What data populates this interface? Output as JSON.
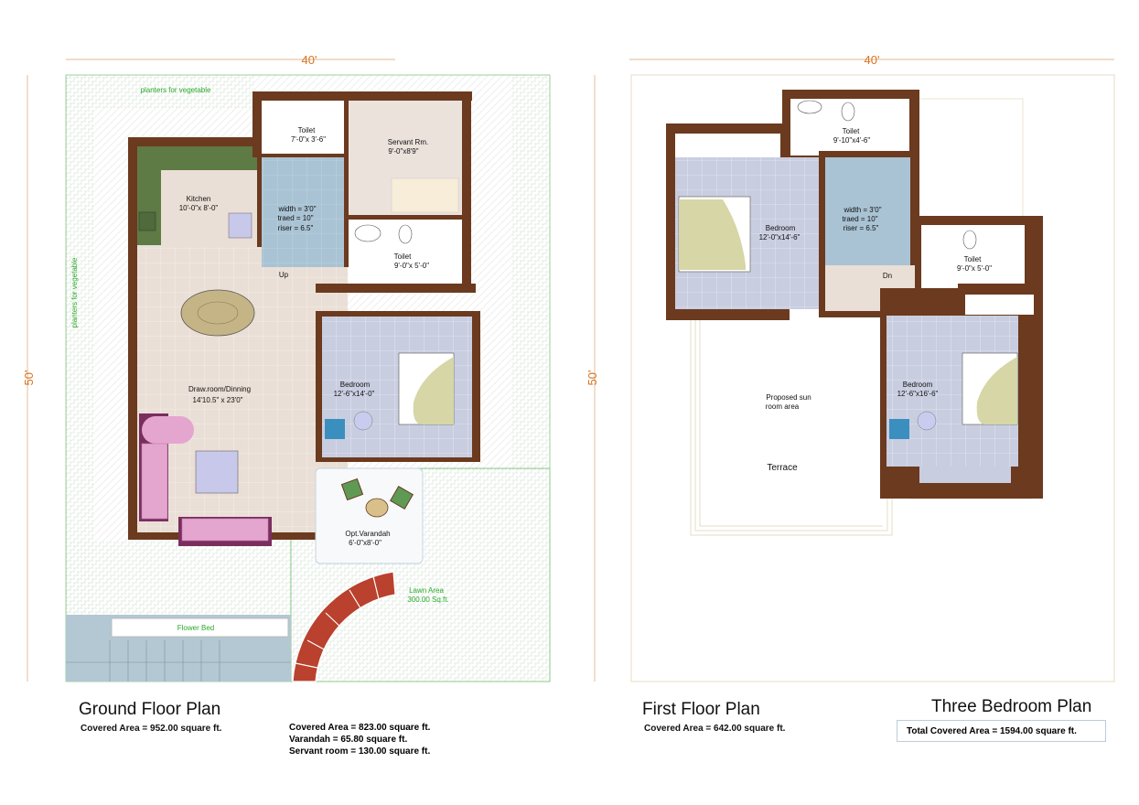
{
  "dimensions": {
    "width": "40'",
    "depth": "50'"
  },
  "colors": {
    "wall": "#6b3a1f",
    "dimension": "#d9731f",
    "lawn_text": "#2aa92a",
    "stair": "#a9c3d4",
    "bedroom_floor": "#c9cde0",
    "living_floor": "#eadfd6",
    "kitchen_counter": "#5e7a45",
    "steps": "#b9412e"
  },
  "ground_floor": {
    "title": "Ground Floor Plan",
    "covered_area": "Covered Area = 952.00 square ft.",
    "breakdown": [
      "Covered Area = 823.00 square ft.",
      "Varandah  = 65.80 square ft.",
      "Servant room = 130.00 square ft."
    ],
    "labels": {
      "planters_top": "planters for vegetable",
      "planters_side": "planters for vegetable",
      "toilet_top": "Toilet",
      "toilet_top_size": "7'-0\"x 3'-6\"",
      "servant": "Servant Rm.",
      "servant_size": "9'-0\"x8'9\"",
      "kitchen": "Kitchen",
      "kitchen_size": "10'-0\"x 8'-0\"",
      "stair_width": "width = 3'0\"",
      "stair_traed": "traed = 10\"",
      "stair_riser": "riser = 6.5\"",
      "stair_up": "Up",
      "toilet_right": "Toilet",
      "toilet_right_size": "9'-0\"x 5'-0\"",
      "drawing": "Draw.room/Dinning",
      "drawing_size": "14'10.5\" x 23'0\"",
      "bedroom": "Bedroom",
      "bedroom_size": "12'-6\"x14'-0\"",
      "varandah": "Opt.Varandah",
      "varandah_size": "6'-0\"x8'-0\"",
      "lawn": "Lawn Area",
      "lawn_size": "300.00 Sq.ft.",
      "flower_bed": "Flower Bed"
    }
  },
  "first_floor": {
    "title": "First Floor Plan",
    "covered_area": "Covered Area = 642.00 square ft.",
    "labels": {
      "toilet_top": "Toilet",
      "toilet_top_size": "9'-10\"x4'-6\"",
      "bedroom_left": "Bedroom",
      "bedroom_left_size": "12'-0\"x14'-6\"",
      "stair_width": "width = 3'0\"",
      "stair_traed": "traed = 10\"",
      "stair_riser": "riser = 6.5\"",
      "stair_dn": "Dn",
      "toilet_right": "Toilet",
      "toilet_right_size": "9'-0\"x 5'-0\"",
      "bedroom_right": "Bedroom",
      "bedroom_right_size": "12'-6\"x16'-6\"",
      "sunroom": "Proposed sun",
      "sunroom2": "room area",
      "terrace": "Terrace"
    }
  },
  "plan_title": "Three Bedroom Plan",
  "total_area": "Total Covered Area = 1594.00 square ft."
}
